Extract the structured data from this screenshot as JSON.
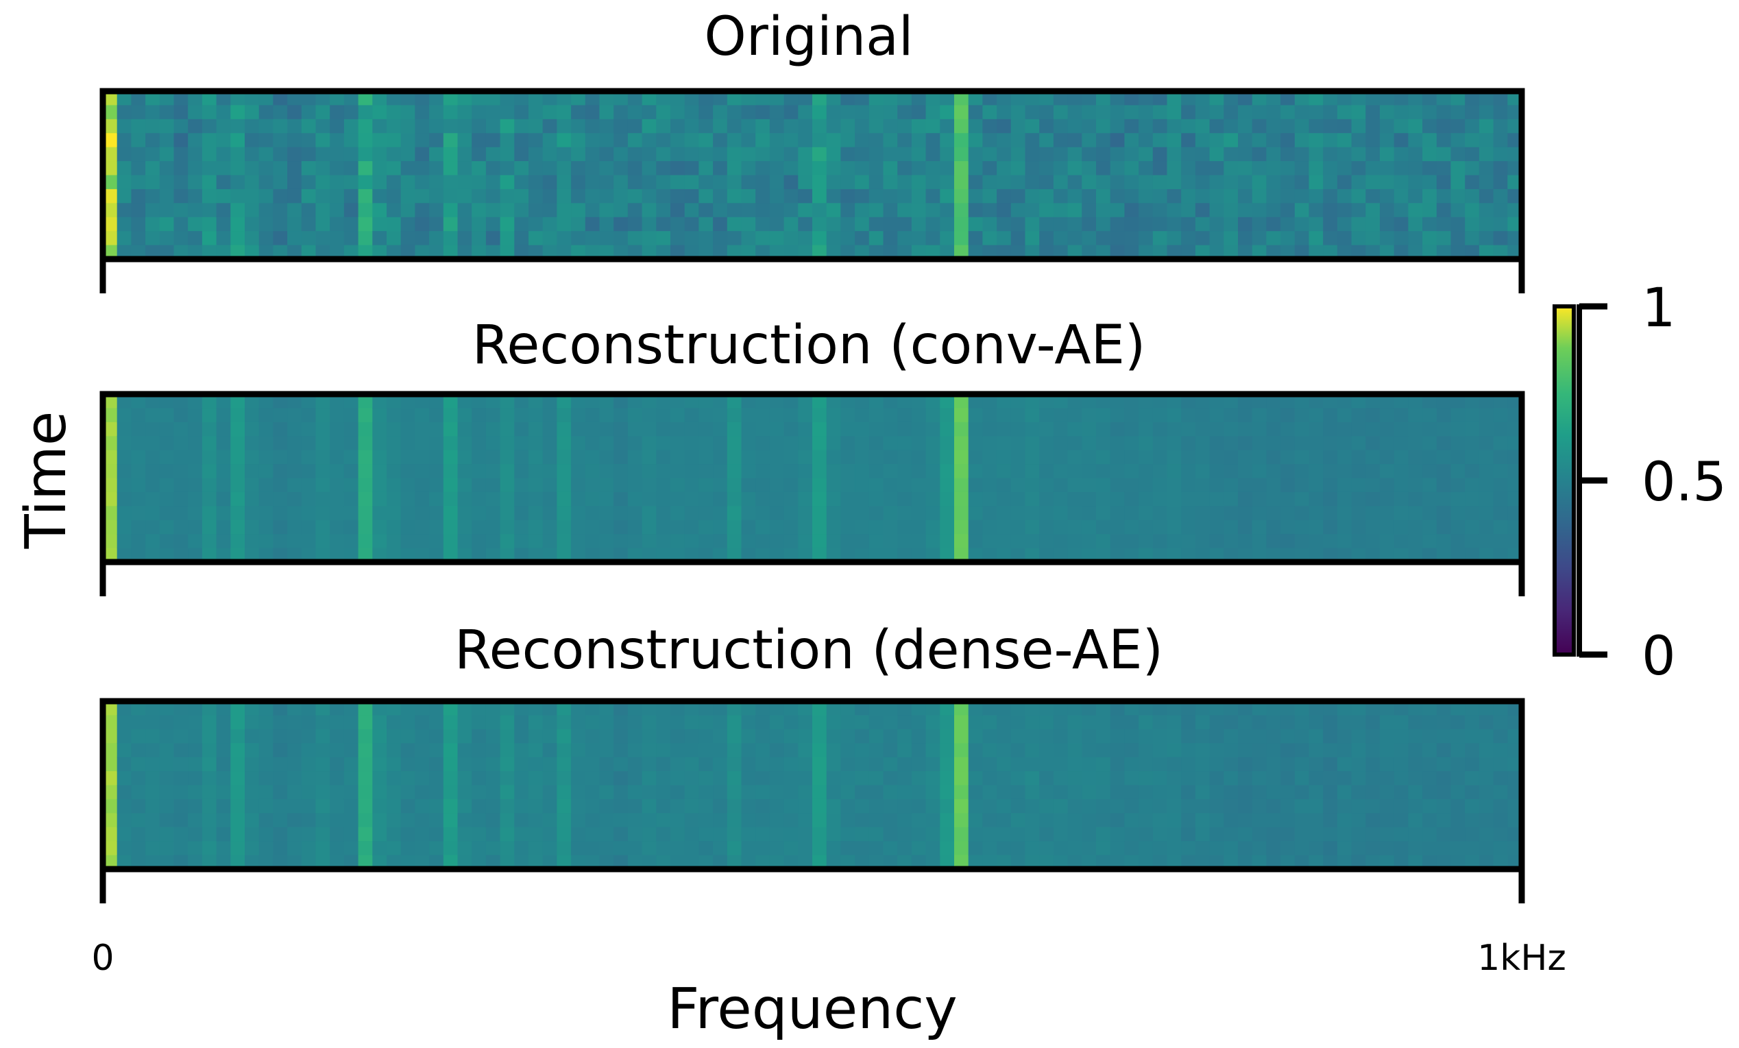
{
  "chart_data": {
    "type": "heatmap",
    "xlabel": "Frequency",
    "ylabel": "Time",
    "x_ticks": [
      "0",
      "1kHz"
    ],
    "colormap": "viridis",
    "colorbar": {
      "ticks": [
        "1",
        "0.5",
        "0"
      ],
      "tick_values": [
        1,
        0.5,
        0
      ],
      "range": [
        0,
        1
      ]
    },
    "panels": [
      {
        "title": "Original",
        "mean_profile": [
          0.92,
          0.5,
          0.48,
          0.5,
          0.52,
          0.47,
          0.5,
          0.55,
          0.5,
          0.58,
          0.52,
          0.5,
          0.46,
          0.48,
          0.5,
          0.53,
          0.5,
          0.48,
          0.66,
          0.55,
          0.52,
          0.5,
          0.48,
          0.5,
          0.6,
          0.52,
          0.5,
          0.48,
          0.56,
          0.5,
          0.52,
          0.5,
          0.58,
          0.5,
          0.48,
          0.5,
          0.46,
          0.5,
          0.52,
          0.5,
          0.48,
          0.5,
          0.5,
          0.48,
          0.52,
          0.5,
          0.5,
          0.5,
          0.48,
          0.5,
          0.6,
          0.52,
          0.48,
          0.5,
          0.5,
          0.5,
          0.48,
          0.5,
          0.52,
          0.56,
          0.82,
          0.5,
          0.5,
          0.48,
          0.5,
          0.52,
          0.5,
          0.48,
          0.5,
          0.5,
          0.48,
          0.46,
          0.48,
          0.5,
          0.48,
          0.5,
          0.46,
          0.48,
          0.5,
          0.52,
          0.48,
          0.5,
          0.48,
          0.46,
          0.5,
          0.52,
          0.48,
          0.5,
          0.5,
          0.48,
          0.5,
          0.48,
          0.5,
          0.5,
          0.48,
          0.5,
          0.5,
          0.5,
          0.48,
          0.5
        ],
        "noise": 0.08
      },
      {
        "title": "Reconstruction (conv-AE)",
        "mean_profile": [
          0.92,
          0.5,
          0.5,
          0.5,
          0.5,
          0.49,
          0.5,
          0.56,
          0.5,
          0.6,
          0.52,
          0.5,
          0.48,
          0.49,
          0.5,
          0.53,
          0.5,
          0.5,
          0.7,
          0.55,
          0.52,
          0.5,
          0.5,
          0.5,
          0.62,
          0.52,
          0.5,
          0.5,
          0.56,
          0.5,
          0.52,
          0.5,
          0.58,
          0.5,
          0.5,
          0.5,
          0.48,
          0.5,
          0.52,
          0.5,
          0.5,
          0.5,
          0.5,
          0.5,
          0.58,
          0.5,
          0.5,
          0.5,
          0.5,
          0.52,
          0.62,
          0.52,
          0.5,
          0.5,
          0.5,
          0.5,
          0.5,
          0.5,
          0.52,
          0.6,
          0.86,
          0.5,
          0.5,
          0.5,
          0.5,
          0.52,
          0.5,
          0.5,
          0.5,
          0.5,
          0.5,
          0.48,
          0.49,
          0.5,
          0.49,
          0.5,
          0.48,
          0.49,
          0.48,
          0.48,
          0.47,
          0.48,
          0.47,
          0.47,
          0.48,
          0.48,
          0.47,
          0.48,
          0.48,
          0.47,
          0.48,
          0.48,
          0.48,
          0.48,
          0.47,
          0.48,
          0.48,
          0.48,
          0.48,
          0.48
        ],
        "noise": 0.015
      },
      {
        "title": "Reconstruction (dense-AE)",
        "mean_profile": [
          0.92,
          0.5,
          0.5,
          0.5,
          0.5,
          0.49,
          0.5,
          0.55,
          0.5,
          0.6,
          0.52,
          0.5,
          0.48,
          0.49,
          0.5,
          0.53,
          0.5,
          0.5,
          0.7,
          0.55,
          0.52,
          0.5,
          0.5,
          0.5,
          0.62,
          0.52,
          0.5,
          0.5,
          0.56,
          0.5,
          0.52,
          0.5,
          0.58,
          0.5,
          0.5,
          0.5,
          0.48,
          0.5,
          0.52,
          0.5,
          0.5,
          0.5,
          0.5,
          0.5,
          0.56,
          0.5,
          0.5,
          0.5,
          0.5,
          0.52,
          0.62,
          0.52,
          0.5,
          0.5,
          0.5,
          0.5,
          0.5,
          0.5,
          0.52,
          0.6,
          0.86,
          0.5,
          0.5,
          0.5,
          0.5,
          0.52,
          0.5,
          0.5,
          0.5,
          0.5,
          0.5,
          0.48,
          0.49,
          0.5,
          0.49,
          0.5,
          0.48,
          0.49,
          0.48,
          0.48,
          0.47,
          0.48,
          0.47,
          0.47,
          0.48,
          0.48,
          0.47,
          0.48,
          0.48,
          0.47,
          0.48,
          0.48,
          0.48,
          0.48,
          0.47,
          0.48,
          0.48,
          0.48,
          0.48,
          0.48
        ],
        "noise": 0.02
      }
    ]
  }
}
